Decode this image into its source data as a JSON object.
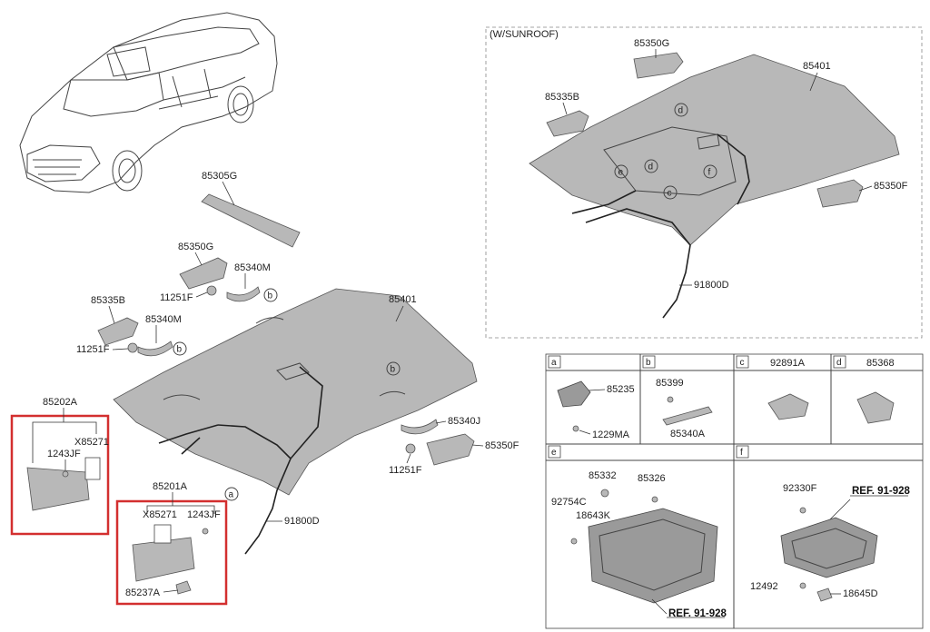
{
  "parts": {
    "p85305G": "85305G",
    "p85350G_main": "85350G",
    "p85340M_top": "85340M",
    "p11251F_top": "11251F",
    "p85335B_main": "85335B",
    "p85340M_mid": "85340M",
    "p11251F_left": "11251F",
    "p85401_main": "85401",
    "p85202A": "85202A",
    "p1243JF_left": "1243JF",
    "pX85271_left": "X85271",
    "p85201A": "85201A",
    "pX85271_right": "X85271",
    "p1243JF_right": "1243JF",
    "p85237A": "85237A",
    "p91800D_main": "91800D",
    "p85340J": "85340J",
    "p85350F_main": "85350F",
    "p11251F_right": "11251F",
    "sunroof_title": "(W/SUNROOF)",
    "p85350G_sr": "85350G",
    "p85335B_sr": "85335B",
    "p85401_sr": "85401",
    "p85350F_sr": "85350F",
    "p91800D_sr": "91800D"
  },
  "callouts": {
    "a": "a",
    "b": "b",
    "c": "c",
    "d": "d",
    "e": "e",
    "f": "f"
  },
  "detail_table": {
    "cell_a": {
      "key": "a",
      "parts": [
        "85235",
        "1229MA"
      ]
    },
    "cell_b": {
      "key": "b",
      "parts": [
        "85399",
        "85340A"
      ]
    },
    "cell_c": {
      "key": "c",
      "part": "92891A"
    },
    "cell_d": {
      "key": "d",
      "part": "85368"
    },
    "cell_e": {
      "key": "e",
      "parts": [
        "85332",
        "85326",
        "92754C",
        "18643K"
      ],
      "ref": "REF. 91-928"
    },
    "cell_f": {
      "key": "f",
      "parts": [
        "92330F",
        "12492",
        "18645D"
      ],
      "ref": "REF. 91-928"
    }
  },
  "colors": {
    "highlight": "#d32f2f",
    "headliner": "#a8a8a8",
    "dashed_border": "#888888"
  }
}
